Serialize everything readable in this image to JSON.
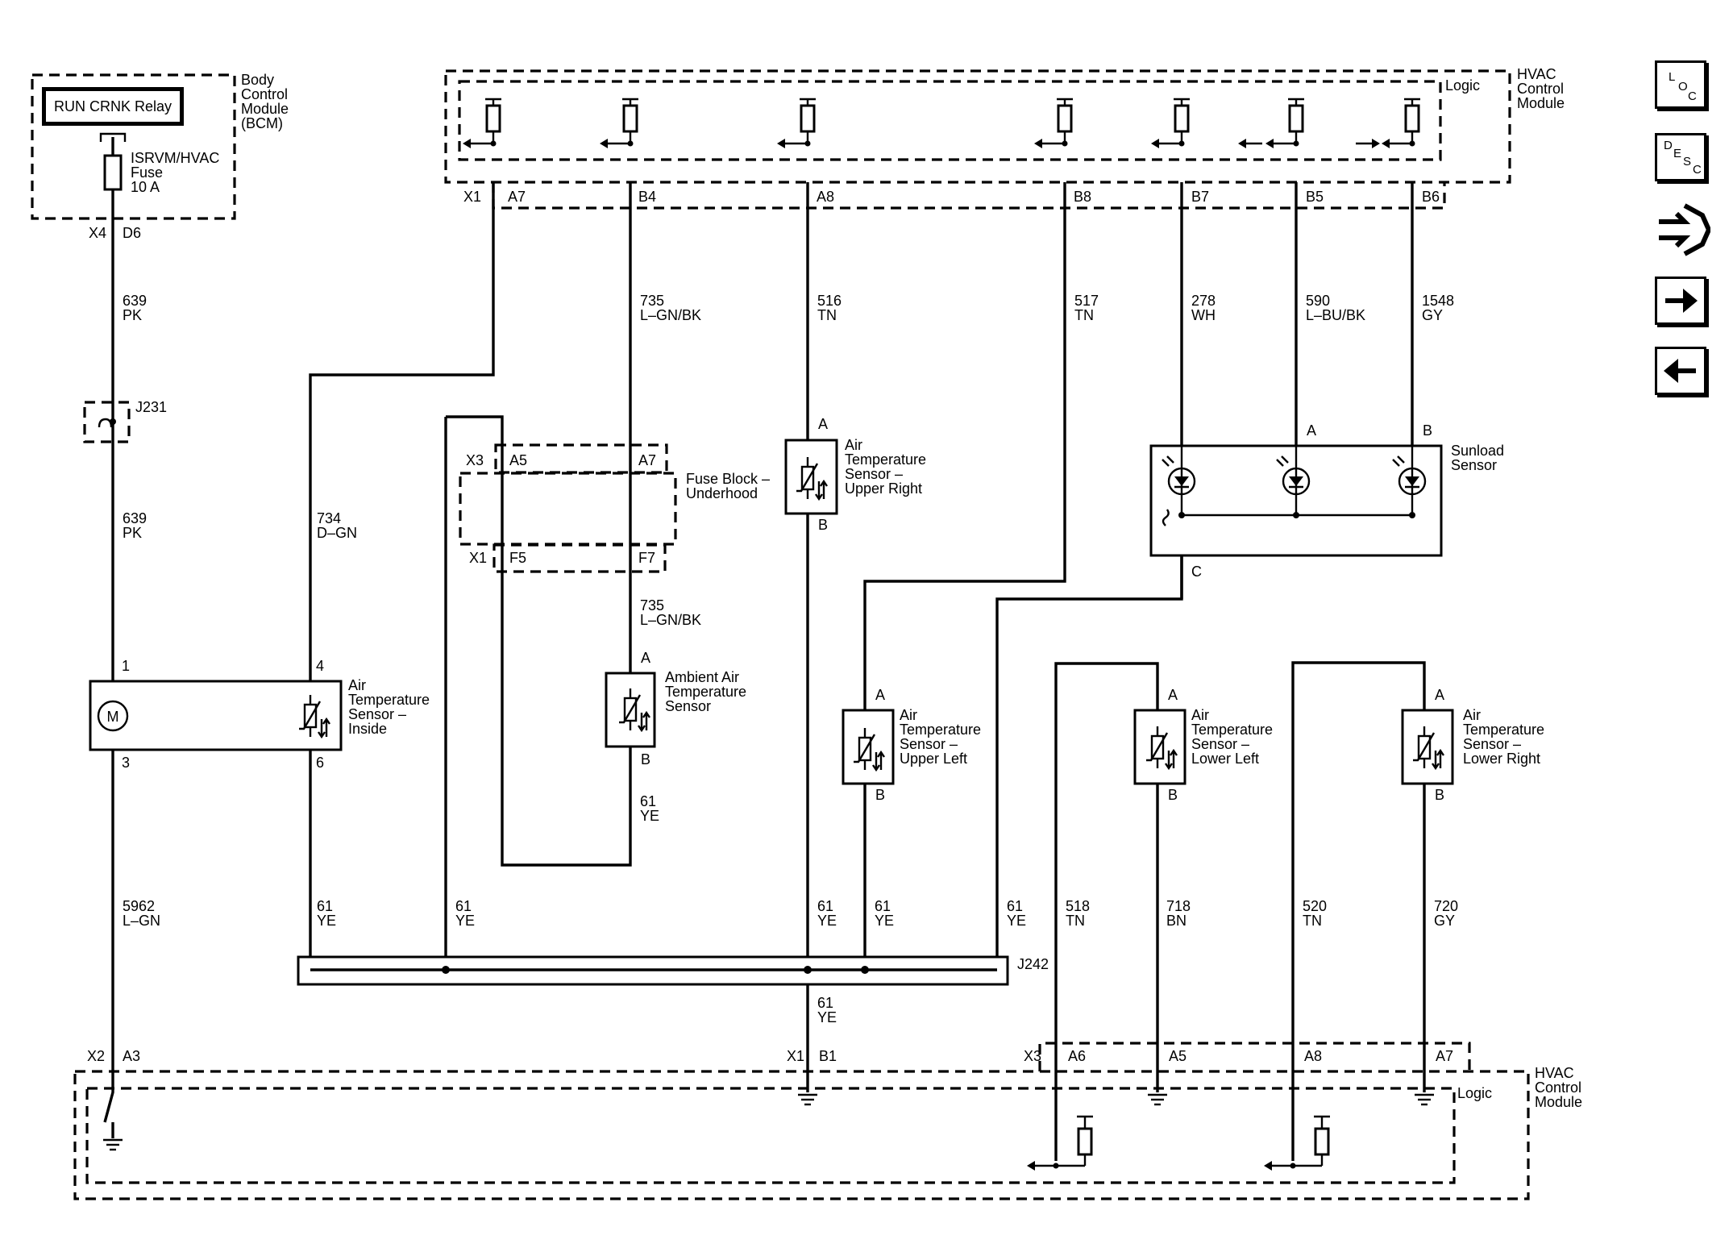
{
  "modules": {
    "bcm": {
      "name": "Body Control Module (BCM)",
      "relay": "RUN CRNK Relay",
      "fuse_name": "ISRVM/HVAC",
      "fuse_word": "Fuse",
      "fuse_rating": "10 A",
      "connector": "X4",
      "pin": "D6"
    },
    "hvac_top": {
      "name": "HVAC Control Module",
      "logic": "Logic",
      "connector": "X1",
      "pins": [
        "A7",
        "B4",
        "A8",
        "B8",
        "B7",
        "B5",
        "B6"
      ]
    },
    "hvac_bottom": {
      "name": "HVAC Control Module",
      "logic": "Logic",
      "x2": "X2",
      "x2_pin": "A3",
      "x1": "X1",
      "x1_pin": "B1",
      "x3": "X3",
      "x3_pins": [
        "A6",
        "A5",
        "A8",
        "A7"
      ]
    },
    "fuse_block": {
      "name": "Fuse Block – Underhood",
      "x3": "X3",
      "x3_pins": [
        "A5",
        "A7"
      ],
      "x1": "X1",
      "x1_pins": [
        "F5",
        "F7"
      ]
    }
  },
  "components": {
    "blend_motor": {
      "pins": [
        "1",
        "3"
      ],
      "symbol": "M"
    },
    "inside_sensor": {
      "name": "Air Temperature Sensor – Inside",
      "pins": [
        "4",
        "6"
      ]
    },
    "ambient_sensor": {
      "name": "Ambient Air Temperature Sensor",
      "pins": [
        "A",
        "B"
      ]
    },
    "upper_right_sensor": {
      "name": "Air Temperature Sensor – Upper Right",
      "pins": [
        "A",
        "B"
      ]
    },
    "upper_left_sensor": {
      "name": "Air Temperature Sensor – Upper Left",
      "pins": [
        "A",
        "B"
      ]
    },
    "lower_left_sensor": {
      "name": "Air Temperature Sensor – Lower Left",
      "pins": [
        "A",
        "B"
      ]
    },
    "lower_right_sensor": {
      "name": "Air Temperature Sensor – Lower Right",
      "pins": [
        "A",
        "B"
      ]
    },
    "sunload_sensor": {
      "name": "Sunload Sensor",
      "pins": [
        "A",
        "B",
        "C"
      ]
    },
    "splice_j231": "J231",
    "splice_j242": "J242"
  },
  "wires": [
    {
      "circuit": "639",
      "color": "PK"
    },
    {
      "circuit": "639",
      "color": "PK"
    },
    {
      "circuit": "5962",
      "color": "L–GN"
    },
    {
      "circuit": "734",
      "color": "D–GN"
    },
    {
      "circuit": "735",
      "color": "L–GN/BK"
    },
    {
      "circuit": "735",
      "color": "L–GN/BK"
    },
    {
      "circuit": "516",
      "color": "TN"
    },
    {
      "circuit": "517",
      "color": "TN"
    },
    {
      "circuit": "278",
      "color": "WH"
    },
    {
      "circuit": "590",
      "color": "L–BU/BK"
    },
    {
      "circuit": "1548",
      "color": "GY"
    },
    {
      "circuit": "61",
      "color": "YE"
    },
    {
      "circuit": "61",
      "color": "YE"
    },
    {
      "circuit": "61",
      "color": "YE"
    },
    {
      "circuit": "61",
      "color": "YE"
    },
    {
      "circuit": "61",
      "color": "YE"
    },
    {
      "circuit": "61",
      "color": "YE"
    },
    {
      "circuit": "61",
      "color": "YE"
    },
    {
      "circuit": "518",
      "color": "TN"
    },
    {
      "circuit": "718",
      "color": "BN"
    },
    {
      "circuit": "520",
      "color": "TN"
    },
    {
      "circuit": "720",
      "color": "GY"
    }
  ],
  "nav": {
    "loc": [
      "L",
      "O",
      "C"
    ],
    "desc": [
      "D",
      "E",
      "S",
      "C"
    ],
    "icons": [
      "connector-icon",
      "arrow-right-icon",
      "arrow-left-icon"
    ]
  }
}
